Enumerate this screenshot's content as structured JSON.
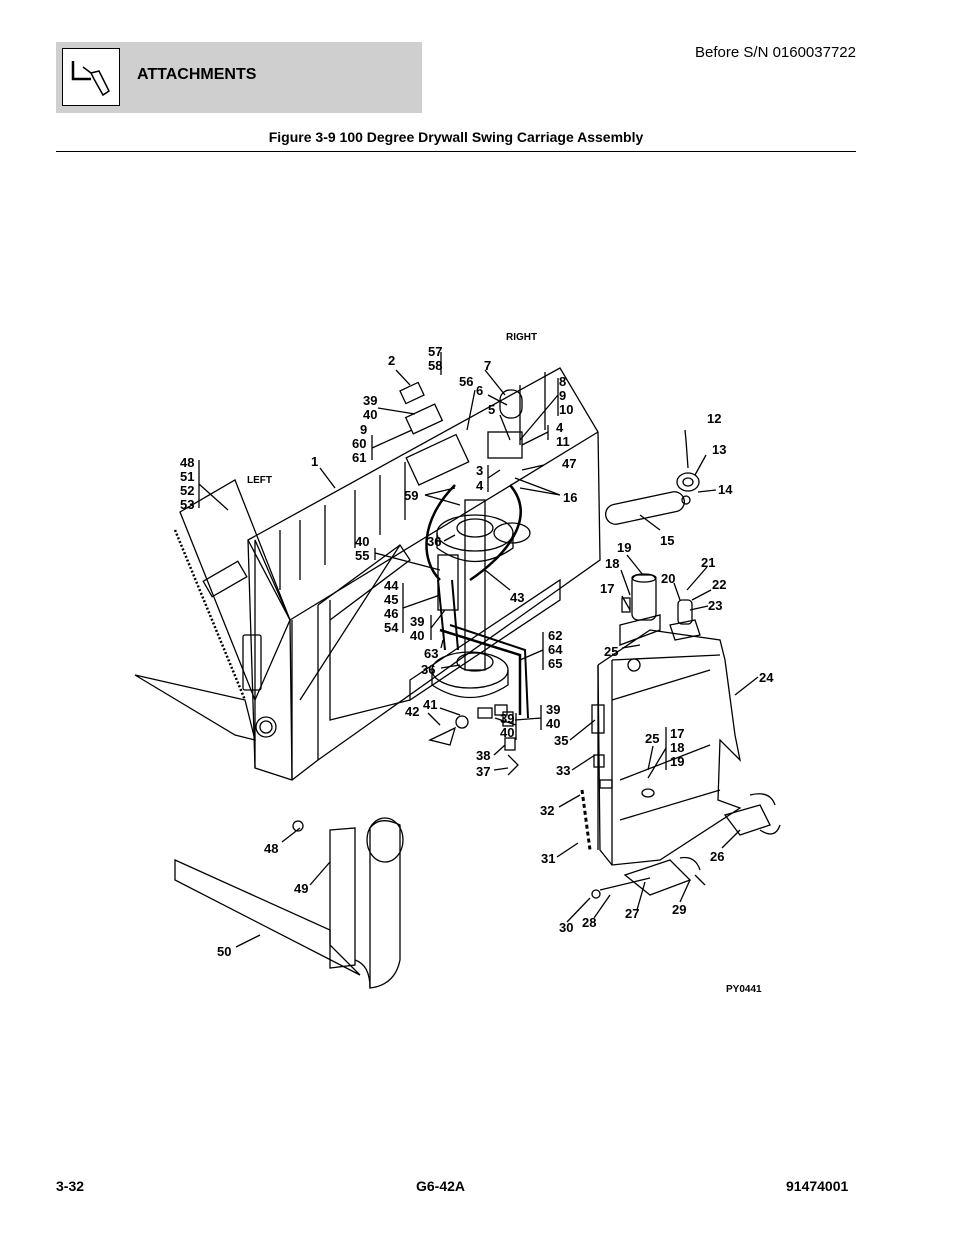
{
  "header": {
    "section_title": "ATTACHMENTS",
    "serial_note": "Before S/N 0160037722",
    "icon": "forklift-attachment-icon"
  },
  "figure": {
    "title": "Figure 3-9 100 Degree Drywall Swing Carriage Assembly",
    "code": "PY0441",
    "side_labels": {
      "right": "RIGHT",
      "left": "LEFT"
    },
    "callouts": [
      {
        "id": "c2",
        "text": "2"
      },
      {
        "id": "c57",
        "text": "57"
      },
      {
        "id": "c58",
        "text": "58"
      },
      {
        "id": "c7",
        "text": "7"
      },
      {
        "id": "c56",
        "text": "56"
      },
      {
        "id": "c6",
        "text": "6"
      },
      {
        "id": "c8",
        "text": "8"
      },
      {
        "id": "c9a",
        "text": "9"
      },
      {
        "id": "c10",
        "text": "10"
      },
      {
        "id": "c39a",
        "text": "39"
      },
      {
        "id": "c40a",
        "text": "40"
      },
      {
        "id": "c5",
        "text": "5"
      },
      {
        "id": "c4a",
        "text": "4"
      },
      {
        "id": "c11",
        "text": "11"
      },
      {
        "id": "c9b",
        "text": "9"
      },
      {
        "id": "c60",
        "text": "60"
      },
      {
        "id": "c61",
        "text": "61"
      },
      {
        "id": "c12",
        "text": "12"
      },
      {
        "id": "c13",
        "text": "13"
      },
      {
        "id": "c47",
        "text": "47"
      },
      {
        "id": "c3",
        "text": "3"
      },
      {
        "id": "c4b",
        "text": "4"
      },
      {
        "id": "c14",
        "text": "14"
      },
      {
        "id": "c48a",
        "text": "48"
      },
      {
        "id": "c51",
        "text": "51"
      },
      {
        "id": "c52",
        "text": "52"
      },
      {
        "id": "c53",
        "text": "53"
      },
      {
        "id": "c1",
        "text": "1"
      },
      {
        "id": "c59",
        "text": "59"
      },
      {
        "id": "c16",
        "text": "16"
      },
      {
        "id": "c15",
        "text": "15"
      },
      {
        "id": "c36a",
        "text": "36"
      },
      {
        "id": "c40b",
        "text": "40"
      },
      {
        "id": "c55",
        "text": "55"
      },
      {
        "id": "c19a",
        "text": "19"
      },
      {
        "id": "c18a",
        "text": "18"
      },
      {
        "id": "c21",
        "text": "21"
      },
      {
        "id": "c20",
        "text": "20"
      },
      {
        "id": "c22",
        "text": "22"
      },
      {
        "id": "c17a",
        "text": "17"
      },
      {
        "id": "c23",
        "text": "23"
      },
      {
        "id": "c44",
        "text": "44"
      },
      {
        "id": "c45",
        "text": "45"
      },
      {
        "id": "c46",
        "text": "46"
      },
      {
        "id": "c54",
        "text": "54"
      },
      {
        "id": "c43",
        "text": "43"
      },
      {
        "id": "c39b",
        "text": "39"
      },
      {
        "id": "c40c",
        "text": "40"
      },
      {
        "id": "c62",
        "text": "62"
      },
      {
        "id": "c64",
        "text": "64"
      },
      {
        "id": "c65",
        "text": "65"
      },
      {
        "id": "c25a",
        "text": "25"
      },
      {
        "id": "c63",
        "text": "63"
      },
      {
        "id": "c36b",
        "text": "36"
      },
      {
        "id": "c24",
        "text": "24"
      },
      {
        "id": "c41",
        "text": "41"
      },
      {
        "id": "c42",
        "text": "42"
      },
      {
        "id": "c39c",
        "text": "39"
      },
      {
        "id": "c40d",
        "text": "40"
      },
      {
        "id": "c39d",
        "text": "39"
      },
      {
        "id": "c40e",
        "text": "40"
      },
      {
        "id": "c35",
        "text": "35"
      },
      {
        "id": "c25b",
        "text": "25"
      },
      {
        "id": "c17b",
        "text": "17"
      },
      {
        "id": "c18b",
        "text": "18"
      },
      {
        "id": "c19b",
        "text": "19"
      },
      {
        "id": "c38",
        "text": "38"
      },
      {
        "id": "c37",
        "text": "37"
      },
      {
        "id": "c33",
        "text": "33"
      },
      {
        "id": "c32",
        "text": "32"
      },
      {
        "id": "c48b",
        "text": "48"
      },
      {
        "id": "c26",
        "text": "26"
      },
      {
        "id": "c49",
        "text": "49"
      },
      {
        "id": "c31",
        "text": "31"
      },
      {
        "id": "c29",
        "text": "29"
      },
      {
        "id": "c27",
        "text": "27"
      },
      {
        "id": "c28",
        "text": "28"
      },
      {
        "id": "c30",
        "text": "30"
      },
      {
        "id": "c50",
        "text": "50"
      }
    ]
  },
  "footer": {
    "page_number": "3-32",
    "model": "G6-42A",
    "manual_number": "91474001"
  }
}
